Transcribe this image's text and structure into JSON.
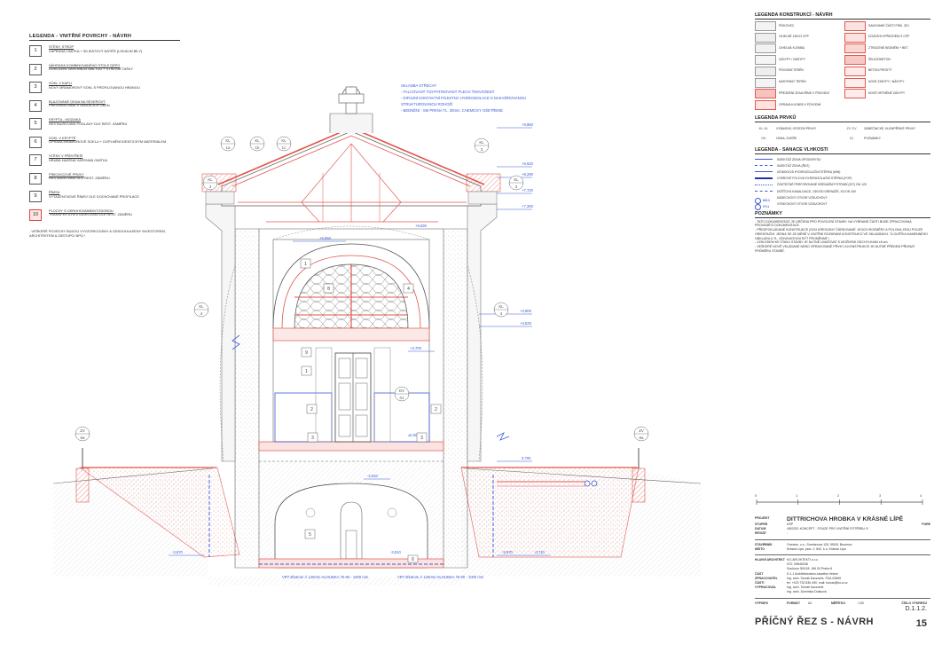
{
  "left_legend": {
    "title": "LEGENDA - VNITŘNÍ POVRCHY - NÁVRH",
    "items": [
      {
        "num": "1",
        "head": "STĚNY, STROP",
        "text": "VÁPENNÁ OMÍTKA + SILIKÁTOVÝ NÁTĚR (LOKÁLNÍ BÍLÝ)",
        "red": false
      },
      {
        "num": "2",
        "head": "NÁHRADA KOMBINOVANÉHO STOLE DEPO",
        "text": "DOKOZENÍ VÁPENNOU MALTOU + STŘEŠNÍ TAŠKY",
        "red": false
      },
      {
        "num": "3",
        "head": "SOKL V KAPLI",
        "text": "NOVÝ MRAMOROVÝ SOKL S PROFILOVANOU HRANOU",
        "red": false
      },
      {
        "num": "4",
        "head": "BLAZOVANÉ OKNA NA SEVEROVÝ",
        "text": "PŘESPAROVÁNÍ STÁVAJÍCÍCH OKEN",
        "red": false
      },
      {
        "num": "5",
        "head": "KRYPTA - MOZAIKA",
        "text": "RESTAUROVÁNÍ PODLAHY DLE REST. ZÁMĚRU",
        "red": false
      },
      {
        "num": "6",
        "head": "SOKL V KRYPTĚ",
        "text": "OPRAVA MRAMOROVÉ SOKLU + DOPLNĚNÍ IDENTICKÝM MATERIÁLEM",
        "red": false
      },
      {
        "num": "7",
        "head": "STĚNY V PŘÍSTŘEŠÍ",
        "text": "HRUBÁ HAZENÁ VÁPENNÁ OMÍTKA",
        "red": false
      },
      {
        "num": "8",
        "head": "PÍSKOVCOVÉ PRVKY",
        "text": "RESTAUROVÁNÍ DLE REST. ZÁMĚRU",
        "red": false
      },
      {
        "num": "9",
        "head": "ŘÍMSA",
        "text": "VYTAŽENÍ NOVÉ ŘÍMSY DLE DOCHOVANÉ PROFILACE",
        "red": false
      },
      {
        "num": "10",
        "head": "PLOCHY S OKRUHOVANÍM/VÝZDOBOU",
        "text": "TRANSFER A RESTAUROVÁNÍ DLE REST. ZÁMĚRU",
        "red": true
      }
    ],
    "note": "- VEŠKERÉ POVRCHY BUDOU VYVZORKOVÁNY A ODSOUHLASENY INVESTOREM, ARCHITEKTEM A ZÁSTUPCI NPÚ !"
  },
  "drawing": {
    "labels": {
      "roof_note_title": "SKLADBA STŘECHY",
      "roof_note_1": "- FALCOVANÝ TIZI-PATINOVANÝ PLECH TMAVOŠEDÝ",
      "roof_note_2": "- DIFÚZNÍ KONTAKTNÍ POJISTNÁ HYDROIZOLACE S NAKAŠÍROVANOU",
      "roof_note_3": "  STRUKTUROVANOU ROHOŽÍ",
      "roof_note_4": "- BEDNĚNÍ - SM PRKNA TL. 30mm, CHEMICKY OŠETŘENÉ",
      "lev_9860": "+9,860",
      "lev_8620": "+8,620",
      "lev_8290": "+8,290",
      "lev_7720": "+7,720",
      "lev_7260": "+7,260",
      "lev_6630": "+6,630",
      "lev_6650": "+6,650",
      "lev_3900": "+3,900",
      "lev_3520": "+3,520",
      "lev_3700": "+3,700",
      "lev_0700": "0,700",
      "lev_0000": "±0,000",
      "lev_m2910": "-2,910",
      "lev_m3670": "-3,670",
      "lev_m3710": "-3,710",
      "lev_m3810": "-3,810",
      "kl_1a": "KL 1a",
      "kl_1b": "KL 1b",
      "kl_1c": "KL 1c",
      "kl_2": "KL 2",
      "kl_3": "KL 3",
      "kl_3b": "KL 3",
      "kl_4": "KL 4",
      "kl_4b": "KL 4",
      "zv_left": "ZV 9a",
      "zv_right": "ZV 9a",
      "dv": "DV 01",
      "vrt_left": "VRT Ø16mm Á 120mm\nHLOUBKA 75-90 - 1000 mm",
      "vrt_right": "VRT Ø16mm Á 120mm\nHLOUBKA 75-90 - 1000 mm",
      "tag_1": "1",
      "tag_2": "2",
      "tag_2b": "2",
      "tag_3": "3",
      "tag_3b": "3",
      "tag_4": "4",
      "tag_5": "5",
      "tag_6": "6",
      "tag_8": "8",
      "tag_9": "9",
      "dim_5": "5"
    }
  },
  "right_panel": {
    "materials_title": "LEGENDA KONSTRUKCÍ - NÁVRH",
    "materials": [
      {
        "label": "PÍSKOVEC",
        "fill": "#f3f3f3",
        "stroke": "#999"
      },
      {
        "label": "SANOVANÉ ČÁSTI PÍSK. ZDI",
        "fill": "#fbe3e1",
        "stroke": "#e05a50"
      },
      {
        "label": "CIHELNÉ ZDIVO CPP",
        "fill": "#eeeeee",
        "stroke": "#999"
      },
      {
        "label": "DOZDÍVKY/PŘEZDĚNÍ Z CPP",
        "fill": "#fbe3e1",
        "stroke": "#e05a50"
      },
      {
        "label": "CIHELNÁ KLENBA",
        "fill": "#f2f2f2",
        "stroke": "#999"
      },
      {
        "label": "ZTRACENÉ BEDNĚNÍ + BET.",
        "fill": "#f9d6d2",
        "stroke": "#e05a50"
      },
      {
        "label": "ZÁSYPY / NÁSYPY",
        "fill": "#f5f5f5",
        "stroke": "#999"
      },
      {
        "label": "ŽELEZOBETON",
        "fill": "#f6c9c4",
        "stroke": "#e05a50"
      },
      {
        "label": "PŮVODNÍ TERÉN",
        "fill": "#eeeeee",
        "stroke": "#999"
      },
      {
        "label": "BETON PROSTÝ",
        "fill": "#fde9e7",
        "stroke": "#e05a50"
      },
      {
        "label": "NASYPANÝ TERÉN",
        "fill": "#f4f4f4",
        "stroke": "#999"
      },
      {
        "label": "NOVÉ ZÁSYPY / NÁSYPY",
        "fill": "#fdeeee",
        "stroke": "#e05a50"
      },
      {
        "label": "PŘEZDĚNÍ ZDIVA ŘÍMS V PŮVODNÍ",
        "fill": "#f7c3be",
        "stroke": "#e05a50"
      },
      {
        "label": "NOVÉ HRTNĚNÉ ZÁSYPY",
        "fill": "#fdecea",
        "stroke": "#e05a50"
      },
      {
        "label": "OPRAVA KLENEB V PŮVODNÍ",
        "fill": "#fde3e0",
        "stroke": "#e05a50"
      }
    ],
    "prvku_title": "LEGENDA PRVKŮ",
    "prvku": [
      {
        "sym": "KL KL",
        "label": "VYBAVENÍ, OSTATNÍ PRVKY"
      },
      {
        "sym": "ZV ZV",
        "label": "ZÁMEČNICKÉ, KLEMPÍŘSKÉ PRVKY"
      },
      {
        "sym": "OK",
        "label": "OKNA, DVEŘE"
      },
      {
        "sym": "01",
        "label": "POZNÁMKY"
      }
    ],
    "sanace_title": "LEGENDA - SANACE VLHKOSTI",
    "sanace": [
      {
        "label": "INJEKTÁŽ ZDIVA OPODORYSU",
        "color": "#3b5bd6",
        "style": "ticks"
      },
      {
        "label": "INJEKTÁŽ ZDIVA (ŘEZ)",
        "color": "#3b5bd6",
        "style": "dashed"
      },
      {
        "label": "IZOMIXOVÁ HYDROIZOLAČNÍ STĚRKA (MIN)",
        "color": "#3b5bd6",
        "style": "solid"
      },
      {
        "label": "VYBROVÉ FOLOVÁ HYDROIZOLAČNÍ STĚRKA (FOP)",
        "color": "#2233aa",
        "style": "bold"
      },
      {
        "label": "ČÁSTEČNĚ PERFOROVANÉ DRENÁŽNÍ POTRUBÍ (207) DN 125",
        "color": "#3b5bd6",
        "style": "dotdash"
      },
      {
        "label": "DEŠŤOVÁ KANALIZACE, ODVOD DRENÁŽE, KG DN 150",
        "color": "#3b5bd6",
        "style": "longdash"
      },
      {
        "label": "NÁDECHOVÝ OTVOR VZDUCHOVÝ",
        "color": "#3b5bd6",
        "style": "circle",
        "tag": "NO.1"
      },
      {
        "label": "VÝDECHOVÝ OTVOR VZDUCHOVÝ",
        "color": "#3b5bd6",
        "style": "circle",
        "tag": "VY.1"
      }
    ],
    "notes_title": "POZNÁMKY",
    "notes": [
      "- TATO DOKUMENTACE JE URČENA PRO POVOLENÍ STAVBY. NA VYBRANÉ ČÁSTI BUDE ZPRACOVÁNA PROVÁDĚCÍ DOKUMENTACE.",
      "- PŘEDPOKLÁDANÉ KONSTRUKCE (SOU KRESLENY ČÁRKOVANĚ. JEJICH ROZMĚRY A POLOHA JSOU POUZE ORIENTAČNÍ. JEDNÁ SE ZE MĚNĚ V VNITŘNÍ ROZHRANÍ KONSTRUKCÍ VE SKLADBÁCH. TLOUŠŤKA KAMENNÉHO OBKLADU A TL. ZDIVA MOHOU BÝT PROMĚNNÉ !",
      "- VZHLEDEM KE STAVU STAVBY JE NUTNÉ UVAŽOVAT S MOŽNÝMI ODCHYLKAMI ±5 cm.",
      "- VEŠKERÉ NOVĚ VKLÁDANÉ NEBO OPRAVOVANÉ PRVKY A KONSTRUKCE JE NUTNÉ PŘEDEM PŘIZNAT PRŮMĚRU STAVBĚ."
    ]
  },
  "title_block": {
    "projekt_k": "PROJEKT",
    "projekt_v": "DITTRICHOVA HROBKA V KRÁSNÉ LÍPĚ",
    "stupen_k": "STUPEŇ",
    "stupen_v": "DSP",
    "pure": "PURE",
    "datum_k": "DATUM",
    "datum_v": "4/8/2021 KONCEPT - POUZE PRO VNITŘNÍ POTŘEBU !!!",
    "revize_k": "REVIZE",
    "revize_v": "-",
    "stavebnik_k": "STAVEBNÍK",
    "stavebnik_v": "Omnium, z.s., Smetanova 125, 55001 Broumov",
    "misto_k": "MÍSTO",
    "misto_v": "Krásná Lípa, parc. č. 842, k.ú. Krásná Lípa",
    "hlavni_k": "HLAVNÍ ARCHITEKT",
    "hlavni_v1": "KO-ARCHITEKTI s.r.o.",
    "hlavni_v2": "IČO: 09848348",
    "hlavni_v3": "Soukova 300/18, 166 00 Praha 6",
    "cast_k": "ČÁST",
    "cast_v": "D.1.1 Architektonicko-stavební řešení",
    "zprac_k": "ZPRACOVATEL ČÁSTI",
    "zprac_v1": "Ing. arch. Tomáš Kaczorek, ČKA 03665",
    "zprac_v2": "tel. +420 732 836 490, mail: tomas@ko-a.cz",
    "vypr_k": "VYPRACOVAL",
    "vypr_v1": "Ing. arch. Tomáš Kaczorek",
    "vypr_v2": "Ing. arch. Dominika Dušková",
    "vypis_k": "VÝPISES",
    "format_k": "FORMÁT",
    "format_v": "A2",
    "meritko_k": "MĚŘÍTKO",
    "meritko_v": "1:50",
    "cislo_k": "ČÍSLO VÝKRESU",
    "cislo_v": "D.1.1.2.",
    "sheet_title": "PŘÍČNÝ ŘEZ S - NÁVRH",
    "sheet_no": "15"
  },
  "scale_bar": {
    "ticks": [
      "0",
      "1",
      "2",
      "3",
      "4"
    ]
  }
}
